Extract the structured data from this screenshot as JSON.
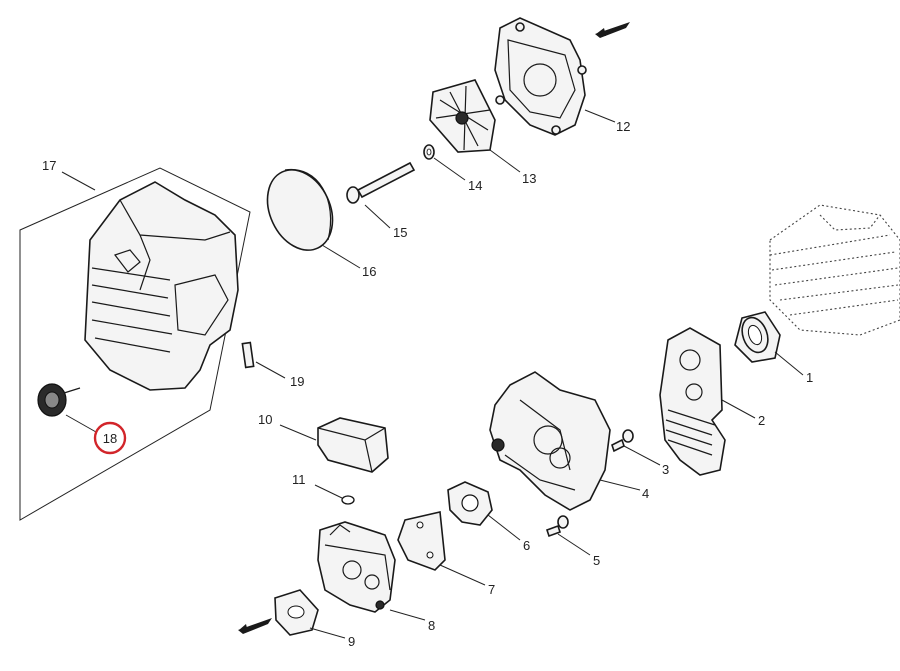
{
  "callouts": {
    "p1": "1",
    "p2": "2",
    "p3": "3",
    "p4": "4",
    "p5": "5",
    "p6": "6",
    "p7": "7",
    "p8": "8",
    "p9": "9",
    "p10": "10",
    "p11": "11",
    "p12": "12",
    "p13": "13",
    "p14": "14",
    "p15": "15",
    "p16": "16",
    "p17": "17",
    "p18": "18",
    "p19": "19"
  },
  "highlight": {
    "callout": "18",
    "color": "#d2252a"
  },
  "icons": [
    "direction-arrow-icon"
  ]
}
